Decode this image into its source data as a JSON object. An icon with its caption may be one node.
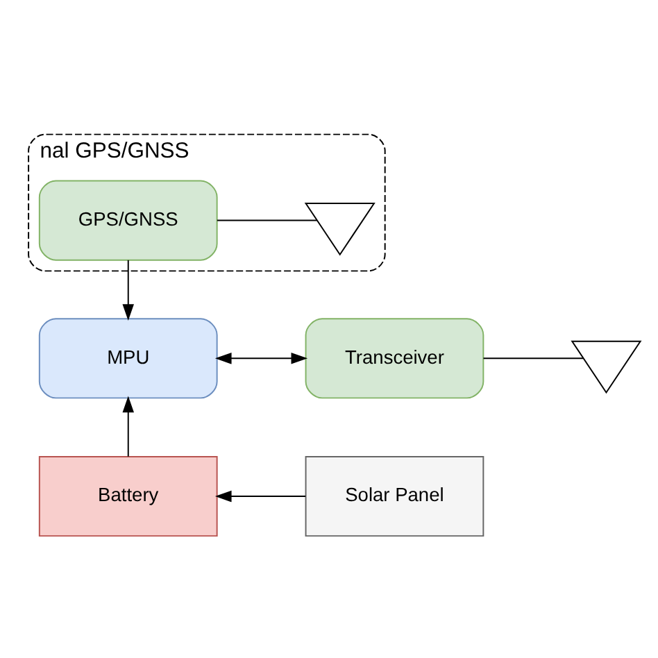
{
  "diagram": {
    "nodes": [
      {
        "text": [
          "nal GPS/GNSS"
        ]
      },
      {
        "text": [
          "GPS/GNSS"
        ],
        "in": 0
      },
      {
        "text": [],
        "shape": "antenna",
        "in": 0
      },
      {
        "text": [
          "MPU"
        ]
      },
      {
        "text": [
          "Transceiver"
        ]
      },
      {
        "text": [],
        "shape": "antenna"
      },
      {
        "text": [
          "Battery"
        ]
      },
      {
        "text": [
          "Solar Panel"
        ]
      }
    ],
    "edges": [
      {
        "from": 1,
        "to": 2,
        "arrow": "none"
      },
      {
        "from": 1,
        "to": 3,
        "arrow": "to"
      },
      {
        "from": 3,
        "to": 4,
        "arrow": "both"
      },
      {
        "from": 4,
        "to": 5,
        "arrow": "none"
      },
      {
        "from": 6,
        "to": 3,
        "arrow": "to"
      },
      {
        "from": 7,
        "to": 6,
        "arrow": "to"
      }
    ]
  }
}
